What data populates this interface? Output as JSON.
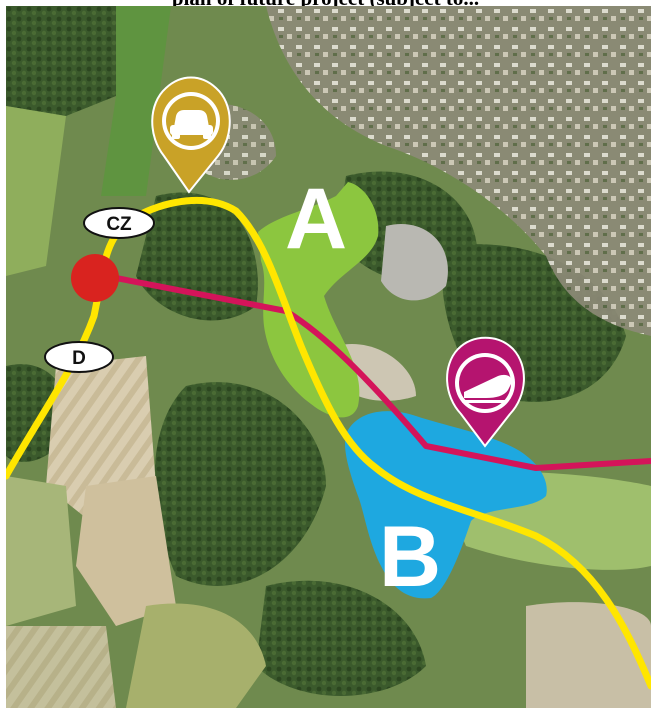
{
  "header": {
    "title": "plan of future project (subject to..."
  },
  "map": {
    "zones": [
      {
        "letter": "A",
        "color": "#8cc63f"
      },
      {
        "letter": "B",
        "color": "#1ea8e0"
      }
    ],
    "border_labels": [
      {
        "text": "CZ"
      },
      {
        "text": "D"
      }
    ],
    "markers": [
      {
        "icon": "car-icon",
        "color": "#c9a227"
      },
      {
        "icon": "train-icon",
        "color": "#b5146f"
      }
    ],
    "routes": [
      {
        "kind": "road",
        "color": "#ffe600"
      },
      {
        "kind": "railway",
        "color": "#d4145a"
      }
    ],
    "border_crossing_color": "#d9231f"
  }
}
